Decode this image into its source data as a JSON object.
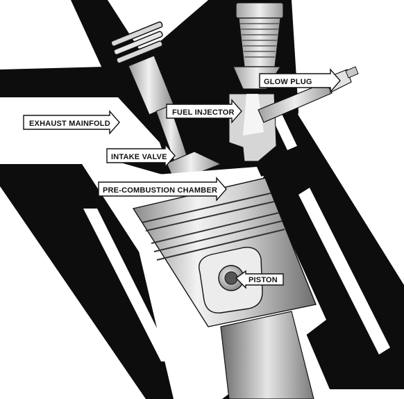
{
  "diagram": {
    "labels": {
      "exhaust_manifold": "EXHAUST MAINFOLD",
      "intake_valve": "INTAKE VALVE",
      "pre_combustion_chamber": "PRE-COMBUSTION CHAMBER",
      "fuel_injector": "FUEL INJECTOR",
      "glow_plug": "GLOW PLUG",
      "piston": "PISTON"
    }
  },
  "colors": {
    "block": "#0d0d0d",
    "background": "#ffffff",
    "metal_light": "#e8e8e8",
    "metal_dark": "#7a7a7a",
    "label_arrow_fill": "#ffffff",
    "label_text": "#111111"
  }
}
